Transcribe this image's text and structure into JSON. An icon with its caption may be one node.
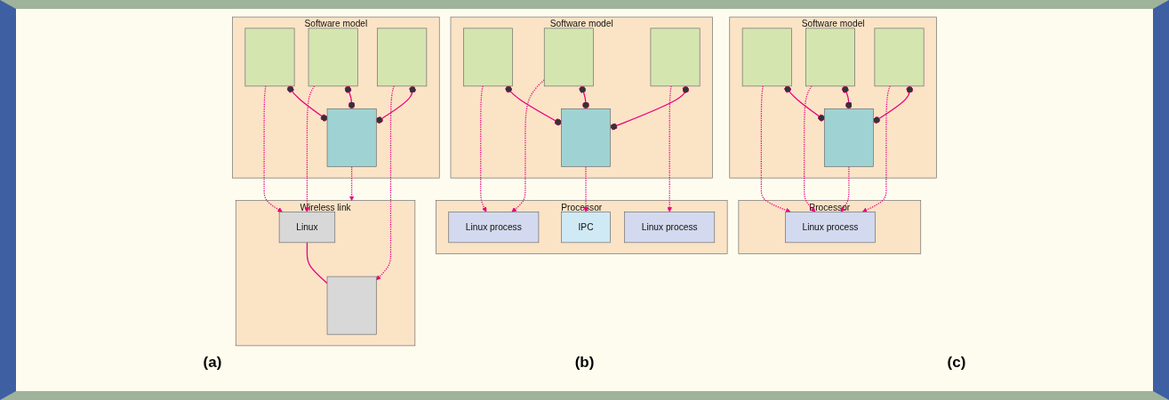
{
  "diagram": {
    "nodes": [
      {
        "text": [
          "Software model"
        ]
      },
      {
        "text": [],
        "shape": "box",
        "in": 0
      },
      {
        "text": [],
        "shape": "box",
        "in": 0
      },
      {
        "text": [],
        "shape": "box",
        "in": 0
      },
      {
        "text": [],
        "shape": "box",
        "in": 0
      },
      {
        "text": [
          "Processor"
        ]
      },
      {
        "text": [
          "Linux process"
        ],
        "in": 5
      },
      {
        "text": [
          "Software model"
        ]
      },
      {
        "text": [],
        "shape": "box",
        "in": 7
      },
      {
        "text": [],
        "shape": "box",
        "in": 7
      },
      {
        "text": [],
        "shape": "box",
        "in": 7
      },
      {
        "text": [],
        "shape": "box",
        "in": 7
      },
      {
        "text": [
          "Processor"
        ]
      },
      {
        "text": [
          "Linux process"
        ],
        "in": 12
      },
      {
        "text": [
          "IPC"
        ],
        "in": 12
      },
      {
        "text": [
          "Linux process"
        ],
        "in": 12
      },
      {
        "text": [
          "Software model"
        ]
      },
      {
        "text": [],
        "shape": "box",
        "in": 16
      },
      {
        "text": [],
        "shape": "box",
        "in": 16
      },
      {
        "text": [],
        "shape": "box",
        "in": 16
      },
      {
        "text": [],
        "shape": "box",
        "in": 16
      },
      {
        "text": [
          "Wireless link"
        ]
      },
      {
        "text": [
          "Linux"
        ],
        "in": 21
      },
      {
        "text": [],
        "shape": "box",
        "in": 21
      }
    ],
    "edges": [
      {
        "from": 1,
        "to": 3,
        "arrow": "other"
      },
      {
        "from": 2,
        "to": 3,
        "arrow": "other"
      },
      {
        "from": 4,
        "to": 3,
        "arrow": "other"
      },
      {
        "from": 1,
        "to": 6,
        "arrow": "to",
        "style": "dashed"
      },
      {
        "from": 2,
        "to": 6,
        "arrow": "to",
        "style": "dashed"
      },
      {
        "from": 3,
        "to": 6,
        "arrow": "to",
        "style": "dashed"
      },
      {
        "from": 4,
        "to": 6,
        "arrow": "to",
        "style": "dashed"
      },
      {
        "from": 8,
        "to": 10,
        "arrow": "other"
      },
      {
        "from": 9,
        "to": 10,
        "arrow": "other"
      },
      {
        "from": 11,
        "to": 10,
        "arrow": "other"
      },
      {
        "from": 8,
        "to": 13,
        "arrow": "to",
        "style": "dashed"
      },
      {
        "from": 9,
        "to": 13,
        "arrow": "to",
        "style": "dashed"
      },
      {
        "from": 10,
        "to": 14,
        "arrow": "to",
        "style": "dashed"
      },
      {
        "from": 11,
        "to": 15,
        "arrow": "to",
        "style": "dashed"
      },
      {
        "from": 17,
        "to": 19,
        "arrow": "other"
      },
      {
        "from": 18,
        "to": 19,
        "arrow": "other"
      },
      {
        "from": 20,
        "to": 19,
        "arrow": "other"
      },
      {
        "from": 17,
        "to": 22,
        "arrow": "to",
        "style": "dashed"
      },
      {
        "from": 18,
        "to": 22,
        "arrow": "to",
        "style": "dashed"
      },
      {
        "from": 19,
        "to": 21,
        "arrow": "to",
        "style": "dashed"
      },
      {
        "from": 20,
        "to": 23,
        "arrow": "to",
        "style": "dashed"
      },
      {
        "from": 22,
        "to": 23,
        "arrow": "none"
      }
    ],
    "labels": [
      "(a)",
      "(b)",
      "(c)"
    ]
  }
}
